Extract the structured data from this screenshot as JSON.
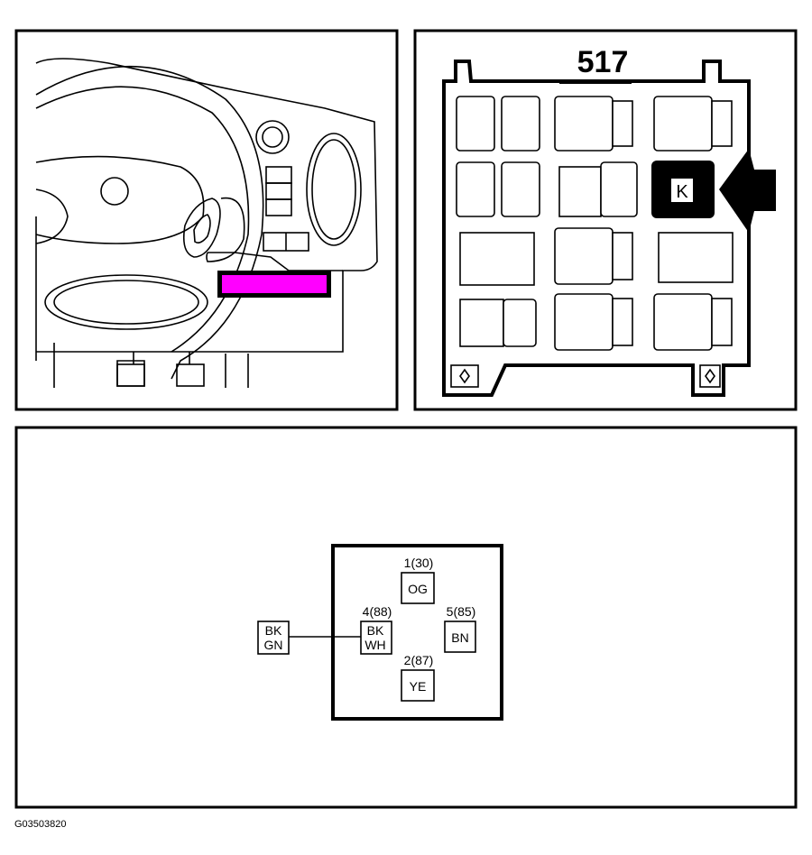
{
  "figure_code": "G03503820",
  "fuse_box_number": "517",
  "highlighted_relay_label": "K",
  "highlight_color": "#ff00ff",
  "connector": {
    "pins": [
      {
        "pin": "1(30)",
        "wire": "OG"
      },
      {
        "pin": "4(88)",
        "wire_line1": "BK",
        "wire_line2": "WH"
      },
      {
        "pin": "5(85)",
        "wire": "BN"
      },
      {
        "pin": "2(87)",
        "wire": "YE"
      }
    ],
    "external_wire_line1": "BK",
    "external_wire_line2": "GN"
  }
}
